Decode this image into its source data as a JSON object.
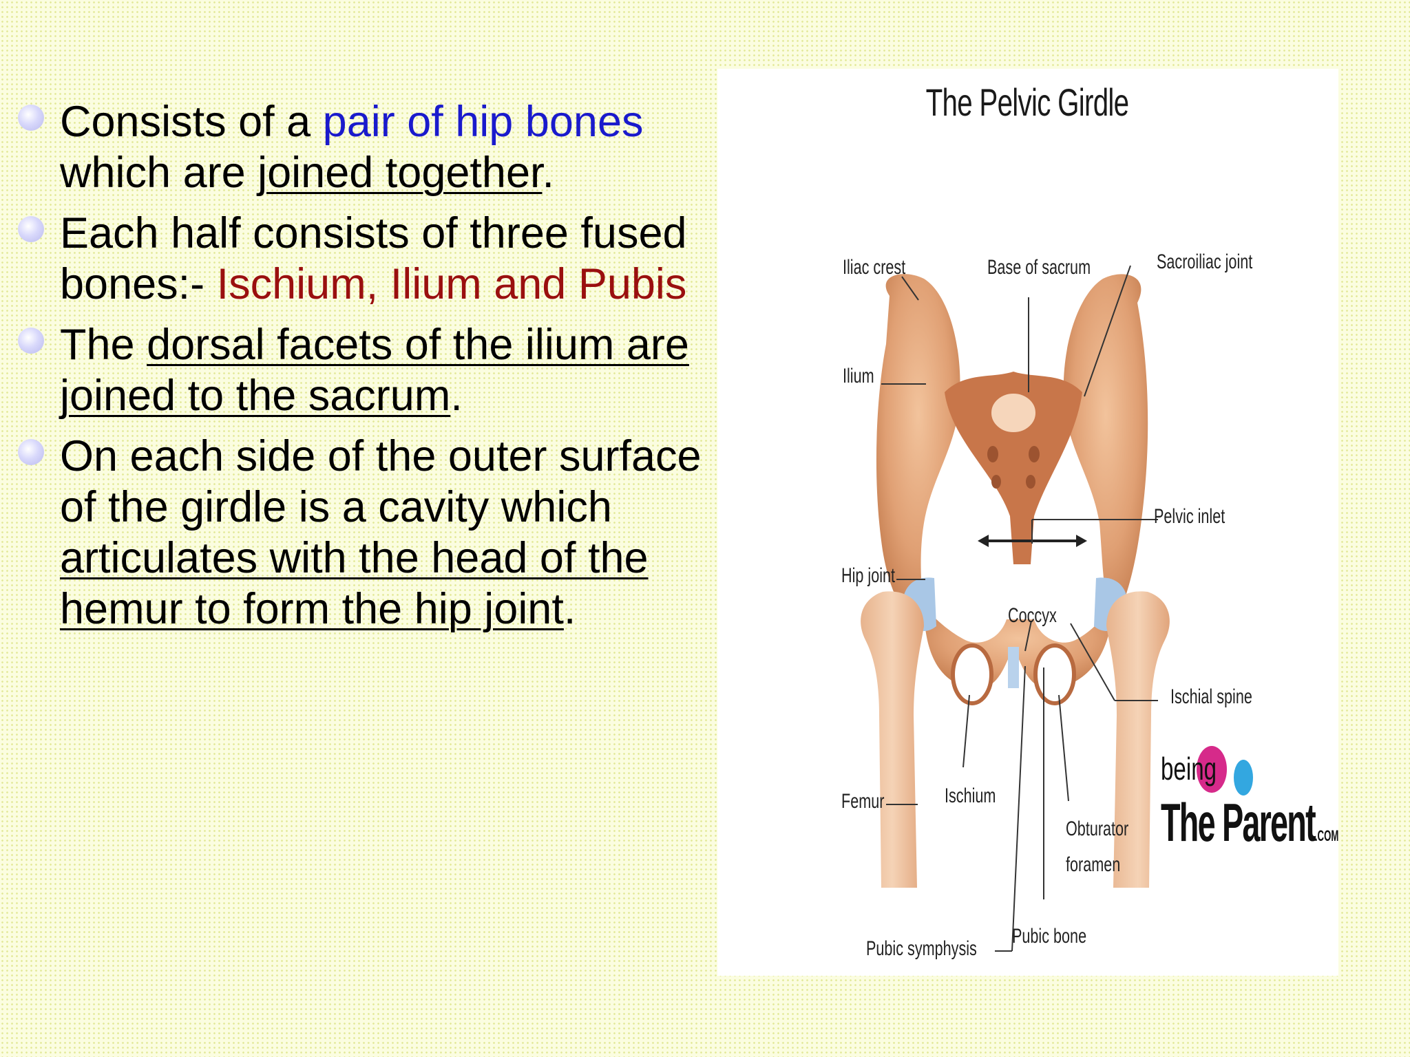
{
  "bullets": [
    {
      "parts": [
        {
          "text": "Consists of a "
        },
        {
          "text": "pair of hip bones",
          "color": "blue"
        },
        {
          "text": " which are "
        },
        {
          "text": "joined together",
          "underline": true
        },
        {
          "text": "."
        }
      ]
    },
    {
      "parts": [
        {
          "text": "Each half consists of three fused bones:- "
        },
        {
          "text": "Ischium, Ilium and Pubis",
          "color": "red"
        }
      ]
    },
    {
      "parts": [
        {
          "text": "The "
        },
        {
          "text": "dorsal facets of the ilium are joined to the sacrum",
          "underline": true
        },
        {
          "text": "."
        }
      ]
    },
    {
      "parts": [
        {
          "text": "On each side of the outer surface of the girdle is a cavity which "
        },
        {
          "text": "articulates with the head of the hemur to form the hip joint",
          "underline": true
        },
        {
          "text": "."
        }
      ]
    }
  ],
  "figure": {
    "title": "The Pelvic Girdle",
    "labels": {
      "iliac_crest": "Iliac crest",
      "base_of_sacrum": "Base of sacrum",
      "sacroiliac_joint": "Sacroiliac joint",
      "ilium": "Ilium",
      "pelvic_inlet": "Pelvic inlet",
      "hip_joint": "Hip joint",
      "coccyx": "Coccyx",
      "ischial_spine": "Ischial spine",
      "femur": "Femur",
      "ischium": "Ischium",
      "obturator": "Obturator",
      "foramen": "foramen",
      "pubic_symphysis": "Pubic symphysis",
      "pubic_bone": "Pubic bone"
    },
    "logo": {
      "being": "being",
      "brand": "The Parent",
      "suffix": ".COM",
      "dot1_color": "#d62a8a",
      "dot2_color": "#33a7e0"
    }
  },
  "colors": {
    "blue": "#1a1acc",
    "red": "#9a0f0f",
    "bone": "#dd9a6c",
    "bone_dark": "#b86a40",
    "cartilage": "#a9c7e6"
  }
}
